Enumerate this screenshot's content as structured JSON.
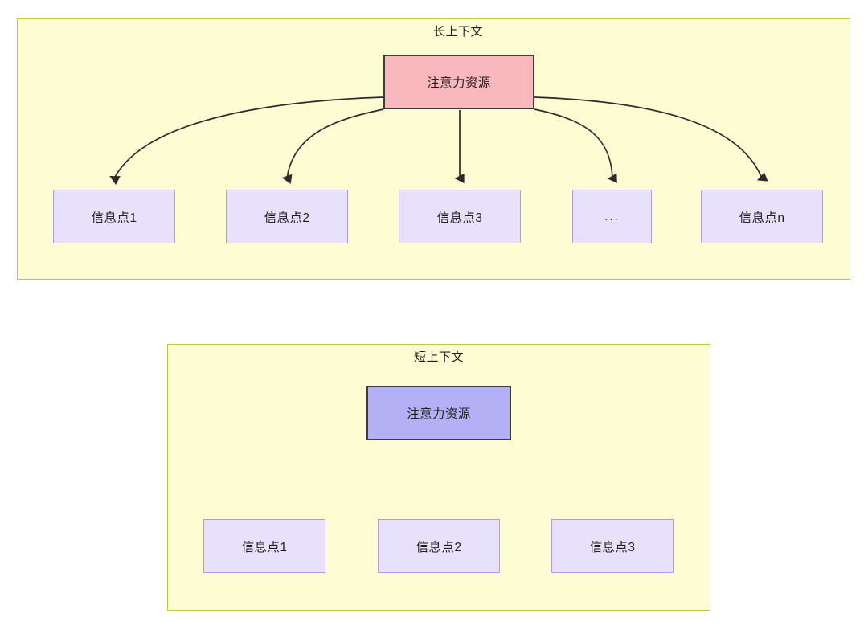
{
  "diagram": {
    "type": "flow-diagram",
    "background": "#ffffff",
    "colors": {
      "panel_fill": "#fdfdd4",
      "panel_border": "#c5c537",
      "root_long_fill": "#f9b8be",
      "root_short_fill": "#b3b0f5",
      "root_border": "#3d3b40",
      "info_fill": "#e7e1fb",
      "info_border": "#b39ae8",
      "edge": "#2b2b2b",
      "text": "#1f1f1f"
    },
    "sections": [
      {
        "id": "long-context",
        "title": "长上下文",
        "root": {
          "label": "注意力资源"
        },
        "leaves": [
          {
            "label": "信息点1"
          },
          {
            "label": "信息点2"
          },
          {
            "label": "信息点3"
          },
          {
            "label": "..."
          },
          {
            "label": "信息点n"
          }
        ]
      },
      {
        "id": "short-context",
        "title": "短上下文",
        "root": {
          "label": "注意力资源"
        },
        "leaves": [
          {
            "label": "信息点1"
          },
          {
            "label": "信息点2"
          },
          {
            "label": "信息点3"
          }
        ]
      }
    ]
  }
}
